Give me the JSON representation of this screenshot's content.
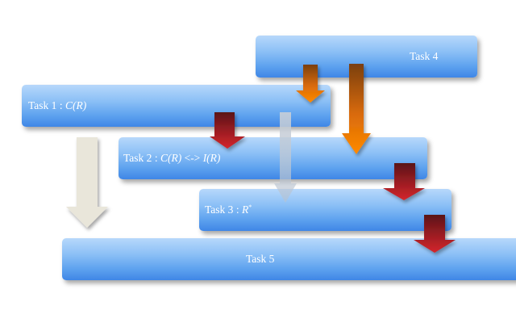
{
  "tasks": [
    {
      "id": "task4",
      "name": "Task 4",
      "separator": "",
      "formula": ""
    },
    {
      "id": "task1",
      "name": "Task 1",
      "separator": " : ",
      "formula": "C(R)"
    },
    {
      "id": "task2",
      "name": "Task 2",
      "separator": " : ",
      "formula_a": "C(R)",
      "operator": " <-> ",
      "formula_b": "I(R)"
    },
    {
      "id": "task3",
      "name": "Task 3",
      "separator": " : ",
      "formula": "R",
      "formula_superscript": "*"
    },
    {
      "id": "task5",
      "name": "Task 5",
      "separator": "",
      "formula": ""
    }
  ],
  "colors": {
    "task_bar_top": "#b7d8fb",
    "task_bar_bottom": "#3f86e6",
    "orange_arrow_top": "#7a3f12",
    "orange_arrow_bottom": "#ff8a00",
    "red_arrow_top": "#5a1418",
    "red_arrow_bottom": "#d4262c",
    "beige_arrow": "#e9e6da",
    "grey_arrow": "#c8cfd8"
  }
}
